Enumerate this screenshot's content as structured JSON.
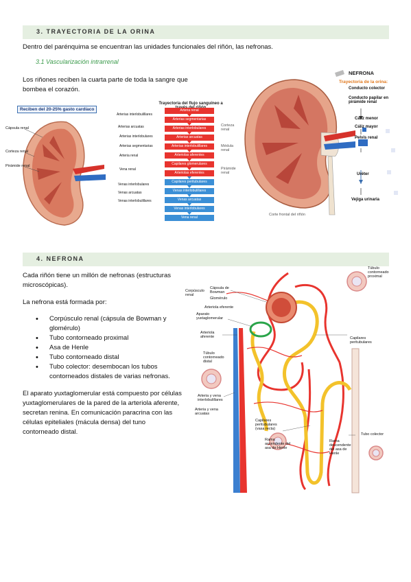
{
  "section3": {
    "title": "3.   TRAYECTORIA DE LA ORINA",
    "intro": "Dentro del parénquima se encuentran las unidades funcionales del riñón, las nefronas.",
    "subheading": "3.1  Vascularización intrarrenal",
    "paragraph": "Los riñones reciben la cuarta parte de toda la sangre que bombea el corazón."
  },
  "figure_left": {
    "badge": "Reciben del 20-25% gasto cardíaco",
    "labels_left": [
      "Cápsula renal",
      "Corteza renal",
      "Pirámide renal"
    ],
    "labels_right": [
      "Arterias interlobulillares",
      "Arterias arcuatas",
      "Arterias interlobulares",
      "Arterias segmentarias",
      "Arteria renal",
      "Vena renal",
      "Venas interlobulares",
      "Venas arcuatas",
      "Venas interlobulillares"
    ]
  },
  "flow_chart": {
    "title": "Trayectoria del flujo sanguíneo a través del riñón",
    "red_steps": [
      "Arteria renal",
      "Arterias segmentarias",
      "Arterias interlobulares",
      "Arterias arcuatas",
      "Arterias interlobulillares",
      "Arteriolas aferentes",
      "Capilares glomerulares",
      "Arteriolas eferentes"
    ],
    "blue_steps": [
      "Capilares peritubulares",
      "Venas interlobulillares",
      "Venas arcuatas",
      "Venas interlobulares",
      "Vena renal"
    ],
    "red_color": "#e8342e",
    "blue_color": "#3b8fd6"
  },
  "figure_right": {
    "title": "NEFRONA",
    "subtitle": "Trayectoria de la orina:",
    "steps": [
      "Conducto colector",
      "Conducto papilar en pirámide renal",
      "Cáliz menor",
      "Cáliz mayor",
      "Pelvis renal",
      "Uréter",
      "Vejiga urinaria"
    ],
    "labels": [
      "Corteza renal",
      "Médula renal",
      "Pirámide renal"
    ],
    "caption": "Corte frontal del riñón"
  },
  "section4": {
    "title": "4.   NEFRONA",
    "intro": "Cada riñón tiene un millón de nefronas (estructuras microscópicas).",
    "formed_by": "La nefrona está formada por:",
    "bullets": [
      "Corpúsculo renal (cápsula de Bowman y glomérulo)",
      "Tubo contorneado proximal",
      "Asa de Henle",
      "Tubo contorneado distal",
      "Tubo colector: desembocan los tubos contorneados distales de varias nefronas."
    ],
    "yuxta": "El aparato yuxtaglomerular está compuesto por células yuxtaglomerulares de la pared de la arteriola aferente, secretan renina. En comunicación paracrina con las células epiteliales (mácula densa) del tuno contorneado distal."
  },
  "nephron_figure": {
    "labels": {
      "corpusculo": "Corpúsculo renal",
      "capsula": "Cápsula de Bowman",
      "glomerulo": "Glomérulo",
      "arteriola_eferente": "Arteriola eferente",
      "aparato": "Aparato yuxtaglomerular",
      "arteriola_aferente": "Arteriola aferente",
      "tubulo_distal": "Túbulo contorneado distal",
      "arteria_vena_interlob": "Arteria y vena interlobulillares",
      "arteria_vena_arcuatas": "Arteria y vena arcuatas",
      "tubulo_proximal": "Túbulo contorneado proximal",
      "capilares_peri": "Capilares peritubulares",
      "capilares_recto": "Capilares peritubulares (vasa recta)",
      "rama_ascendente": "Rama ascendente del asa de Henle",
      "rama_descendente": "Rama descendente del asa de Henle",
      "tubo_colector": "Tubo colector"
    }
  }
}
